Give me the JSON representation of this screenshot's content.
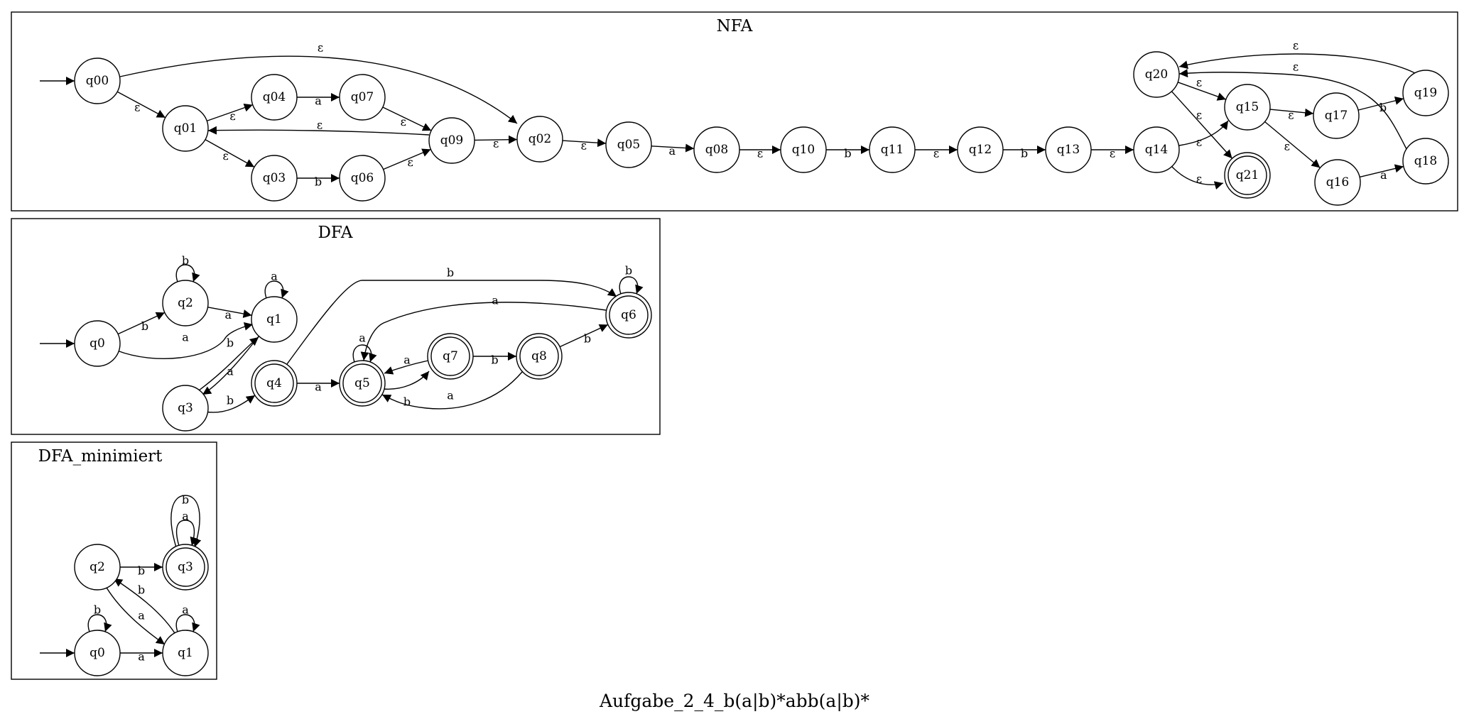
{
  "graph_title": "Aufgabe_2_4_b(a|b)*abb(a|b)*",
  "clusters": [
    {
      "id": "nfa",
      "title": "NFA",
      "states": [
        {
          "id": "q00",
          "label": "q00",
          "accepting": false
        },
        {
          "id": "q01",
          "label": "q01",
          "accepting": false
        },
        {
          "id": "q02",
          "label": "q02",
          "accepting": false
        },
        {
          "id": "q03",
          "label": "q03",
          "accepting": false
        },
        {
          "id": "q04",
          "label": "q04",
          "accepting": false
        },
        {
          "id": "q05",
          "label": "q05",
          "accepting": false
        },
        {
          "id": "q06",
          "label": "q06",
          "accepting": false
        },
        {
          "id": "q07",
          "label": "q07",
          "accepting": false
        },
        {
          "id": "q08",
          "label": "q08",
          "accepting": false
        },
        {
          "id": "q09",
          "label": "q09",
          "accepting": false
        },
        {
          "id": "q10",
          "label": "q10",
          "accepting": false
        },
        {
          "id": "q11",
          "label": "q11",
          "accepting": false
        },
        {
          "id": "q12",
          "label": "q12",
          "accepting": false
        },
        {
          "id": "q13",
          "label": "q13",
          "accepting": false
        },
        {
          "id": "q14",
          "label": "q14",
          "accepting": false
        },
        {
          "id": "q15",
          "label": "q15",
          "accepting": false
        },
        {
          "id": "q16",
          "label": "q16",
          "accepting": false
        },
        {
          "id": "q17",
          "label": "q17",
          "accepting": false
        },
        {
          "id": "q18",
          "label": "q18",
          "accepting": false
        },
        {
          "id": "q19",
          "label": "q19",
          "accepting": false
        },
        {
          "id": "q20",
          "label": "q20",
          "accepting": false
        },
        {
          "id": "q21",
          "label": "q21",
          "accepting": true
        }
      ],
      "start": "q00",
      "transitions": [
        {
          "from": "q00",
          "to": "q01",
          "label": "ε"
        },
        {
          "from": "q00",
          "to": "q02",
          "label": "ε"
        },
        {
          "from": "q01",
          "to": "q04",
          "label": "ε"
        },
        {
          "from": "q01",
          "to": "q03",
          "label": "ε"
        },
        {
          "from": "q04",
          "to": "q07",
          "label": "a"
        },
        {
          "from": "q03",
          "to": "q06",
          "label": "b"
        },
        {
          "from": "q07",
          "to": "q09",
          "label": "ε"
        },
        {
          "from": "q06",
          "to": "q09",
          "label": "ε"
        },
        {
          "from": "q09",
          "to": "q01",
          "label": "ε"
        },
        {
          "from": "q09",
          "to": "q02",
          "label": "ε"
        },
        {
          "from": "q02",
          "to": "q05",
          "label": "ε"
        },
        {
          "from": "q05",
          "to": "q08",
          "label": "a"
        },
        {
          "from": "q08",
          "to": "q10",
          "label": "ε"
        },
        {
          "from": "q10",
          "to": "q11",
          "label": "b"
        },
        {
          "from": "q11",
          "to": "q12",
          "label": "ε"
        },
        {
          "from": "q12",
          "to": "q13",
          "label": "b"
        },
        {
          "from": "q13",
          "to": "q14",
          "label": "ε"
        },
        {
          "from": "q14",
          "to": "q15",
          "label": "ε"
        },
        {
          "from": "q14",
          "to": "q21",
          "label": "ε"
        },
        {
          "from": "q15",
          "to": "q17",
          "label": "ε"
        },
        {
          "from": "q15",
          "to": "q16",
          "label": "ε"
        },
        {
          "from": "q17",
          "to": "q19",
          "label": "b"
        },
        {
          "from": "q16",
          "to": "q18",
          "label": "a"
        },
        {
          "from": "q19",
          "to": "q20",
          "label": "ε"
        },
        {
          "from": "q18",
          "to": "q20",
          "label": "ε"
        },
        {
          "from": "q20",
          "to": "q15",
          "label": "ε"
        },
        {
          "from": "q20",
          "to": "q21",
          "label": "ε"
        }
      ]
    },
    {
      "id": "dfa",
      "title": "DFA",
      "states": [
        {
          "id": "q0",
          "label": "q0",
          "accepting": false
        },
        {
          "id": "q1",
          "label": "q1",
          "accepting": false
        },
        {
          "id": "q2",
          "label": "q2",
          "accepting": false
        },
        {
          "id": "q3",
          "label": "q3",
          "accepting": false
        },
        {
          "id": "q4",
          "label": "q4",
          "accepting": true
        },
        {
          "id": "q5",
          "label": "q5",
          "accepting": true
        },
        {
          "id": "q6",
          "label": "q6",
          "accepting": true
        },
        {
          "id": "q7",
          "label": "q7",
          "accepting": true
        },
        {
          "id": "q8",
          "label": "q8",
          "accepting": true
        }
      ],
      "start": "q0",
      "transitions": [
        {
          "from": "q0",
          "to": "q2",
          "label": "b"
        },
        {
          "from": "q0",
          "to": "q1",
          "label": "a"
        },
        {
          "from": "q2",
          "to": "q2",
          "label": "b"
        },
        {
          "from": "q2",
          "to": "q1",
          "label": "a"
        },
        {
          "from": "q1",
          "to": "q1",
          "label": "a"
        },
        {
          "from": "q1",
          "to": "q3",
          "label": "b"
        },
        {
          "from": "q3",
          "to": "q1",
          "label": "a"
        },
        {
          "from": "q3",
          "to": "q4",
          "label": "b"
        },
        {
          "from": "q4",
          "to": "q5",
          "label": "a"
        },
        {
          "from": "q4",
          "to": "q6",
          "label": "b"
        },
        {
          "from": "q5",
          "to": "q5",
          "label": "a"
        },
        {
          "from": "q5",
          "to": "q7",
          "label": "b"
        },
        {
          "from": "q7",
          "to": "q5",
          "label": "a"
        },
        {
          "from": "q7",
          "to": "q8",
          "label": "b"
        },
        {
          "from": "q8",
          "to": "q6",
          "label": "b"
        },
        {
          "from": "q8",
          "to": "q5",
          "label": "a"
        },
        {
          "from": "q6",
          "to": "q6",
          "label": "b"
        },
        {
          "from": "q6",
          "to": "q5",
          "label": "a"
        }
      ]
    },
    {
      "id": "dfa_min",
      "title": "DFA_minimiert",
      "states": [
        {
          "id": "q0",
          "label": "q0",
          "accepting": false
        },
        {
          "id": "q1",
          "label": "q1",
          "accepting": false
        },
        {
          "id": "q2",
          "label": "q2",
          "accepting": false
        },
        {
          "id": "q3",
          "label": "q3",
          "accepting": true
        }
      ],
      "start": "q0",
      "transitions": [
        {
          "from": "q0",
          "to": "q0",
          "label": "b"
        },
        {
          "from": "q0",
          "to": "q1",
          "label": "a"
        },
        {
          "from": "q1",
          "to": "q1",
          "label": "a"
        },
        {
          "from": "q1",
          "to": "q2",
          "label": "b"
        },
        {
          "from": "q2",
          "to": "q1",
          "label": "a"
        },
        {
          "from": "q2",
          "to": "q3",
          "label": "b"
        },
        {
          "from": "q3",
          "to": "q3",
          "label": "a"
        },
        {
          "from": "q3",
          "to": "q3",
          "label": "b"
        }
      ]
    }
  ]
}
